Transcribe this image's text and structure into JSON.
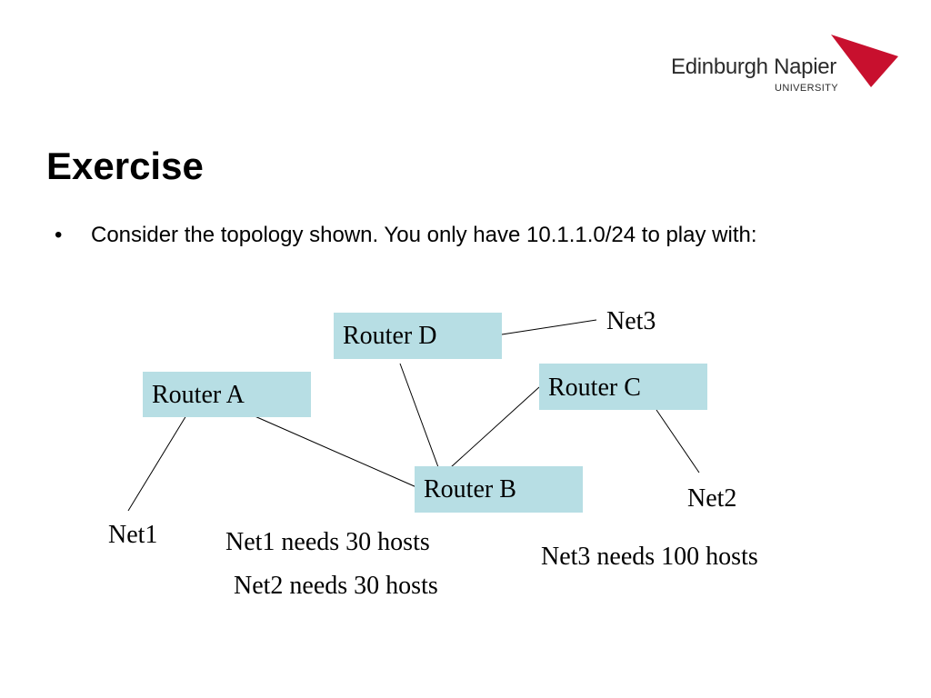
{
  "logo": {
    "name": "Edinburgh Napier",
    "subtitle": "UNIVERSITY",
    "triangle_color": "#c8102e"
  },
  "slide": {
    "title": "Exercise",
    "bullet_symbol": "•",
    "bullet_text": "Consider the topology shown. You only have 10.1.1.0/24 to play with:"
  },
  "diagram": {
    "box_color": "#b7dee4",
    "routers": {
      "a": "Router A",
      "b": "Router B",
      "c": "Router C",
      "d": "Router D"
    },
    "networks": {
      "net1": "Net1",
      "net2": "Net2",
      "net3": "Net3"
    },
    "links": [
      [
        "Router A",
        "Net1"
      ],
      [
        "Router A",
        "Router B"
      ],
      [
        "Router D",
        "Router B"
      ],
      [
        "Router C",
        "Router B"
      ],
      [
        "Router D",
        "Net3"
      ],
      [
        "Router C",
        "Net2"
      ]
    ],
    "notes": {
      "net1_req": "Net1 needs 30 hosts",
      "net2_req": "Net2 needs 30 hosts",
      "net3_req": "Net3 needs 100 hosts"
    }
  }
}
